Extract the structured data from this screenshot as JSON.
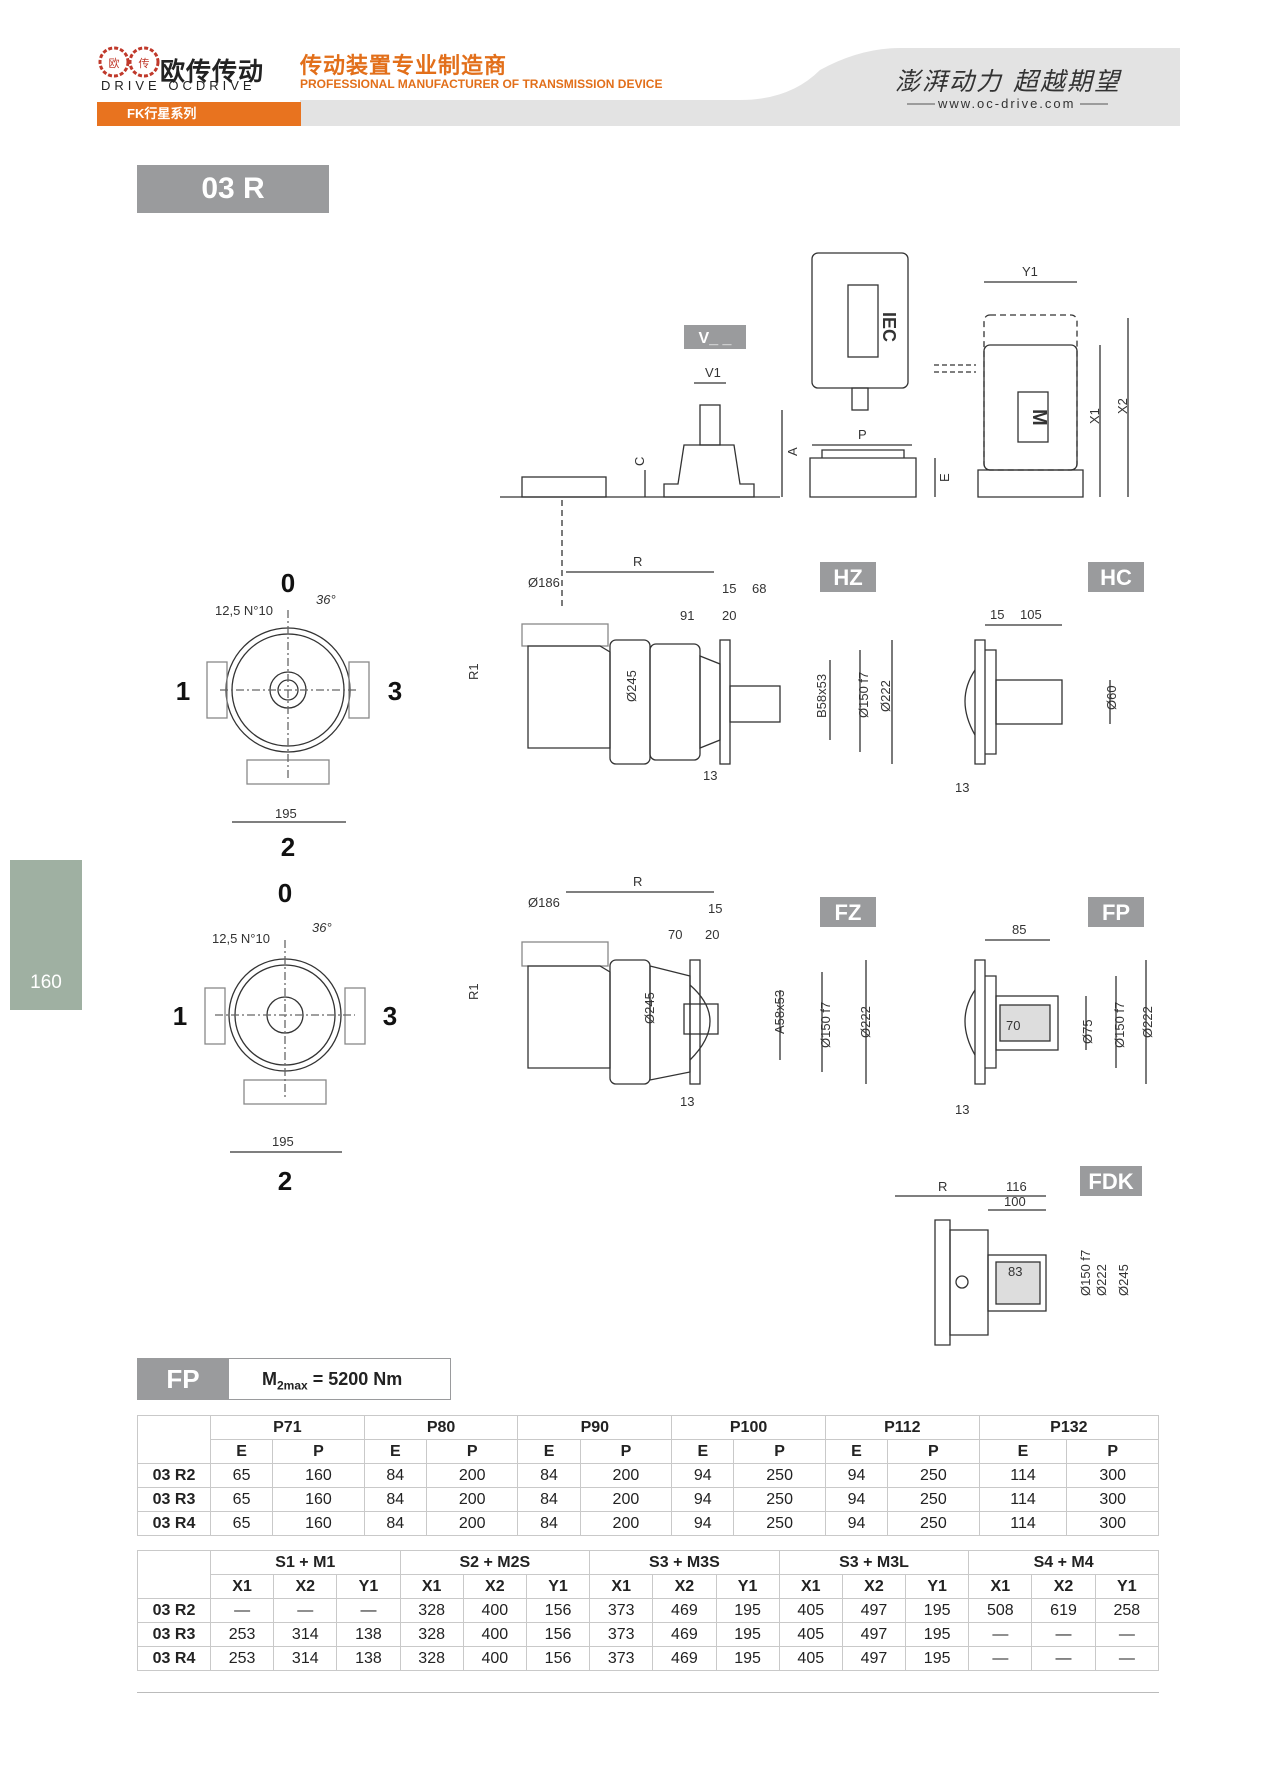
{
  "header": {
    "brand_cn": "欧传传动",
    "brand_en": "DRIVE OCDRIVE",
    "logo_marks": [
      "欧",
      "传"
    ],
    "tagline_cn": "传动装置专业制造商",
    "tagline_en": "PROFESSIONAL MANUFACTURER OF TRANSMISSION DEVICE",
    "slogan": "澎湃动力 超越期望",
    "website": "www.oc-drive.com",
    "series": "FK行星系列",
    "accent_color": "#e8731f"
  },
  "model": "03 R",
  "page_number": "160",
  "drawings": {
    "v_label": "V_ _",
    "iec_label": "IEC",
    "motor_label": "M",
    "hz": "HZ",
    "hc": "HC",
    "fz": "FZ",
    "fp": "FP",
    "fdk": "FDK",
    "pos": {
      "top": "0",
      "left": "1",
      "right": "3",
      "bottom": "2"
    },
    "dims": {
      "y1": "Y1",
      "x1": "X1",
      "x2": "X2",
      "v1": "V1",
      "p": "P",
      "c": "C",
      "a": "A",
      "e": "E",
      "r": "R",
      "r1": "R1",
      "d186": "Ø186",
      "d245": "Ø245",
      "d150": "Ø150 f7",
      "d222": "Ø222",
      "d60": "Ø60",
      "d75": "Ø75",
      "d150b": "Ø150 f7",
      "d222b": "Ø222",
      "d245b": "Ø245",
      "k": "B58x53",
      "k2": "A58x53",
      "n15": "15",
      "n68": "68",
      "n91": "91",
      "n20": "20",
      "n13": "13",
      "n105": "105",
      "n70": "70",
      "n85": "85",
      "n116": "116",
      "n100": "100",
      "n83": "83",
      "bolt": "12,5  N°10",
      "ang": "36°",
      "w195": "195"
    }
  },
  "fp_box": {
    "label": "FP",
    "torque_text": "= 5200 Nm",
    "torque_var": "M",
    "torque_sub": "2max"
  },
  "table1": {
    "groups": [
      "P71",
      "P80",
      "P90",
      "P100",
      "P112",
      "P132"
    ],
    "sub": [
      "E",
      "P"
    ],
    "rows": [
      {
        "name": "03 R2",
        "v": [
          "65",
          "160",
          "84",
          "200",
          "84",
          "200",
          "94",
          "250",
          "94",
          "250",
          "114",
          "300"
        ]
      },
      {
        "name": "03 R3",
        "v": [
          "65",
          "160",
          "84",
          "200",
          "84",
          "200",
          "94",
          "250",
          "94",
          "250",
          "114",
          "300"
        ]
      },
      {
        "name": "03 R4",
        "v": [
          "65",
          "160",
          "84",
          "200",
          "84",
          "200",
          "94",
          "250",
          "94",
          "250",
          "114",
          "300"
        ]
      }
    ]
  },
  "table2": {
    "groups": [
      "S1 + M1",
      "S2 + M2S",
      "S3 + M3S",
      "S3 + M3L",
      "S4 + M4"
    ],
    "sub": [
      "X1",
      "X2",
      "Y1"
    ],
    "rows": [
      {
        "name": "03 R2",
        "v": [
          "—",
          "—",
          "—",
          "328",
          "400",
          "156",
          "373",
          "469",
          "195",
          "405",
          "497",
          "195",
          "508",
          "619",
          "258"
        ]
      },
      {
        "name": "03 R3",
        "v": [
          "253",
          "314",
          "138",
          "328",
          "400",
          "156",
          "373",
          "469",
          "195",
          "405",
          "497",
          "195",
          "—",
          "—",
          "—"
        ]
      },
      {
        "name": "03 R4",
        "v": [
          "253",
          "314",
          "138",
          "328",
          "400",
          "156",
          "373",
          "469",
          "195",
          "405",
          "497",
          "195",
          "—",
          "—",
          "—"
        ]
      }
    ]
  }
}
